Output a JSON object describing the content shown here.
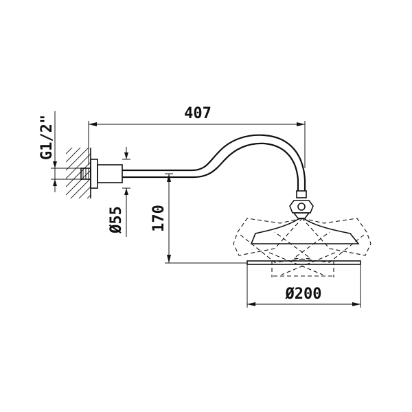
{
  "dimensions": {
    "arm_length": "407",
    "thread": "G1/2\"",
    "flange_diameter": "Ø55",
    "drop_height": "170",
    "head_diameter": "Ø200"
  },
  "colors": {
    "line": "#111111",
    "background": "#ffffff"
  }
}
